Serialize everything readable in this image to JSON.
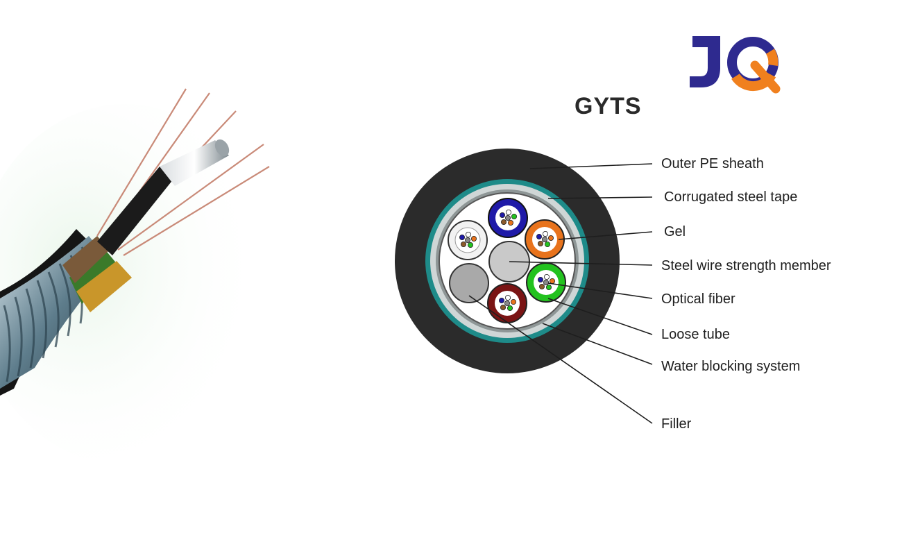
{
  "title": "GYTS",
  "labels": [
    "Outer PE sheath",
    "Corrugated steel tape",
    "Gel",
    "Steel wire strength member",
    "Optical fiber",
    "Loose tube",
    "Water blocking system",
    "Filler"
  ],
  "colors": {
    "sheath": "#2b2b2b",
    "steel_tape": "#1e8b89",
    "brand_blue": "#2e2a8f",
    "brand_orange": "#f0801e",
    "tube_blue": "#1f1aa8",
    "tube_orange": "#e8731c",
    "tube_green": "#23c21f",
    "tube_red": "#7a1414",
    "tube_white": "#f2f2f2",
    "filler": "#a9a9a9"
  },
  "icons": {
    "logo": "jq-logo-icon",
    "cable_photo": "fiber-cable-cutaway-icon"
  }
}
